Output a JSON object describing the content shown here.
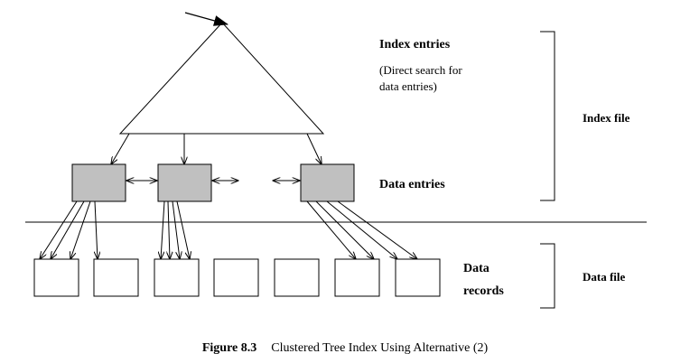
{
  "labels": {
    "index_entries": "Index entries",
    "direct_search_line1": "(Direct search for",
    "direct_search_line2": "data entries)",
    "index_file": "Index file",
    "data_entries": "Data entries",
    "data_records_line1": "Data",
    "data_records_line2": "records",
    "data_file": "Data file"
  },
  "caption": {
    "figure_number": "Figure 8.3",
    "title": "Clustered Tree Index Using Alternative (2)"
  },
  "colors": {
    "data_entry_fill": "#c0c0c0",
    "stroke": "#000000"
  }
}
